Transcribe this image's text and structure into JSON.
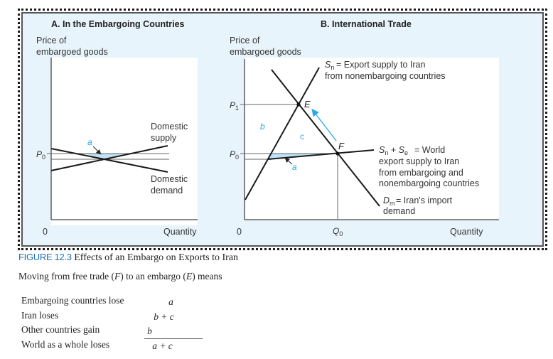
{
  "figure": {
    "number": "FIGURE 12.3",
    "title": "Effects of an Embargo on Exports to Iran"
  },
  "intro": {
    "text_before": "Moving from free trade (",
    "free_trade_symbol": "F",
    "text_middle": ") to an embargo (",
    "embargo_symbol": "E",
    "text_after": ") means"
  },
  "summary": {
    "rows": [
      {
        "label": "Embargoing countries lose",
        "value": "a"
      },
      {
        "label": "Iran loses",
        "value": "b + c"
      },
      {
        "label": "Other countries gain",
        "value": "b"
      },
      {
        "label": "World as a whole loses",
        "value": "a + c"
      }
    ]
  },
  "colors": {
    "panel_bg": "#e8f4fb",
    "plot_bg": "#ffffff",
    "area_fill": "#bfe3f5",
    "accent": "#29a8e0",
    "line": "#1a1a1a",
    "guide": "#555555",
    "caption_blue": "#1e6fb8"
  },
  "chart_data": [
    {
      "type": "line",
      "title": "A. In the Embargoing Countries",
      "ylabel_line1": "Price of",
      "ylabel_line2": "embargoed goods",
      "xlabel": "Quantity",
      "origin_label": "0",
      "y_tick_labels": [
        "P0"
      ],
      "series": [
        {
          "name": "Domestic supply",
          "label_line1": "Domestic",
          "label_line2": "supply",
          "points": [
            [
              0,
              0.25
            ],
            [
              1,
              0.55
            ]
          ]
        },
        {
          "name": "Domestic demand",
          "label_line1": "Domestic",
          "label_line2": "demand",
          "points": [
            [
              0,
              0.5
            ],
            [
              1,
              0.3
            ]
          ]
        }
      ],
      "annotations": [
        {
          "text": "a",
          "meaning": "shaded triangle between P0 and the lower price line, bounded by supply and demand"
        }
      ]
    },
    {
      "type": "line",
      "title": "B. International Trade",
      "ylabel_line1": "Price of",
      "ylabel_line2": "embargoed goods",
      "xlabel": "Quantity",
      "origin_label": "0",
      "x_tick_labels": [
        "Q0"
      ],
      "y_tick_labels": [
        "P1",
        "P0"
      ],
      "series": [
        {
          "name": "Sn",
          "label": "Sn = Export supply to Iran from nonembargoing countries",
          "label_line1": "= Export supply to Iran",
          "label_line2": "from nonembargoing countries"
        },
        {
          "name": "Sn + Se",
          "label": "Sn + Se = World export supply to Iran from embargoing and nonembargoing countries",
          "label_line1": "= World",
          "label_line2": "export supply to Iran",
          "label_line3": "from embargoing and",
          "label_line4": "nonembargoing countries"
        },
        {
          "name": "Dm",
          "label": "Dm = Iran's import demand",
          "label_line1": "= Iran's import",
          "label_line2": "demand"
        }
      ],
      "points": [
        {
          "name": "E",
          "meaning": "embargo equilibrium at P1"
        },
        {
          "name": "F",
          "meaning": "free trade equilibrium at P0, Q0"
        }
      ],
      "annotations": [
        {
          "text": "a"
        },
        {
          "text": "b"
        },
        {
          "text": "c"
        },
        {
          "text": "arrow from F to E"
        }
      ]
    }
  ]
}
